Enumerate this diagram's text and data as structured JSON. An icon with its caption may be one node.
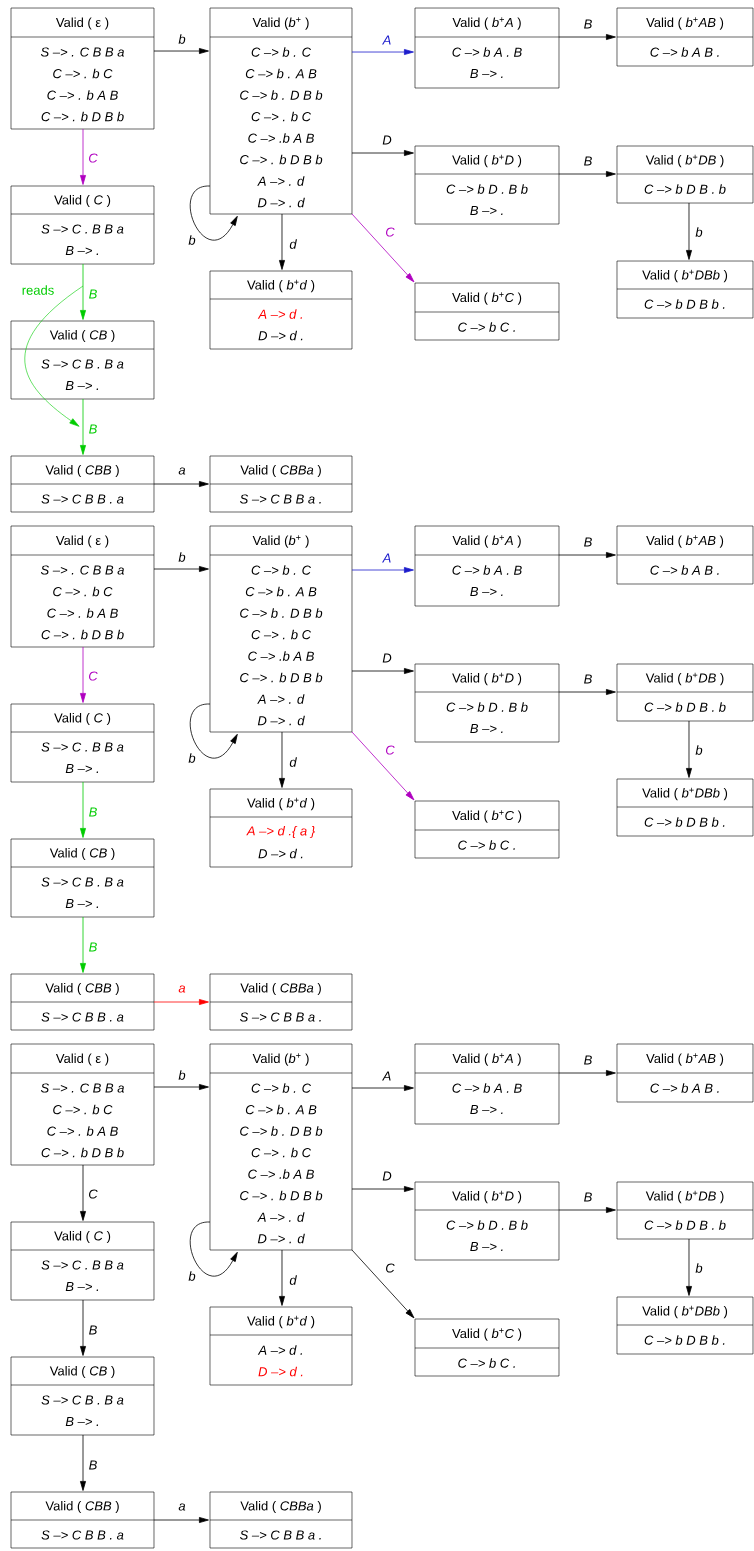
{
  "diagram": {
    "nodes": [
      {
        "text": [
          "Valid ( ε )",
          "S –> . C B B a",
          "C –> . b C",
          "C –> . b A B",
          "C –> . b D B b"
        ]
      },
      {
        "text": [
          "Valid (*b*$^{+}$ )",
          "C –> b . C",
          "C –> b . A B",
          "C –> b . D B b",
          "C –> . b C",
          "C –> .b A B",
          "C –> . b D B b",
          "A –> . d",
          "D –> . d"
        ]
      },
      {
        "text": [
          "Valid ( *b*$^{+}$*A* )",
          "C –> b A . B",
          "B –> ."
        ]
      },
      {
        "text": [
          "Valid ( *b*$^{+}$*AB* )",
          "C –> b A B ."
        ]
      },
      {
        "text": [
          "Valid ( *b*$^{+}$*D* )",
          "C –> b D . B b",
          "B –> ."
        ]
      },
      {
        "text": [
          "Valid ( *b*$^{+}$*DB* )",
          "C –> b D B . b"
        ]
      },
      {
        "text": [
          "Valid ( *C* )",
          "S –> C . B B a",
          "B –> ."
        ]
      },
      {
        "text": [
          "Valid ( *b*$^{+}$*DBb* )",
          "C –> b D B b ."
        ]
      },
      {
        "text": [
          "Valid ( *b*$^{+}$*d* )",
          "A –> d .",
          "D –> d ."
        ]
      },
      {
        "text": [
          "Valid ( *b*$^{+}$*C* )",
          "C –> b C ."
        ]
      },
      {
        "text": [
          "Valid ( *CB* )",
          "S –> C B . B a",
          "B –> ."
        ]
      },
      {
        "text": [
          "Valid ( *CBB* )",
          "S –> C B B . a"
        ]
      },
      {
        "text": [
          "Valid ( *CBBa* )",
          "S –> C B B a ."
        ]
      },
      {
        "text": [
          "Valid ( ε )",
          "S –> . C B B a",
          "C –> . b C",
          "C –> . b A B",
          "C –> . b D B b"
        ]
      },
      {
        "text": [
          "Valid (*b*$^{+}$ )",
          "C –> b . C",
          "C –> b . A B",
          "C –> b . D B b",
          "C –> . b C",
          "C –> .b A B",
          "C –> . b D B b",
          "A –> . d",
          "D –> . d"
        ]
      },
      {
        "text": [
          "Valid ( *b*$^{+}$*A* )",
          "C –> b A . B",
          "B –> ."
        ]
      },
      {
        "text": [
          "Valid ( *b*$^{+}$*AB* )",
          "C –> b A B ."
        ]
      },
      {
        "text": [
          "Valid ( *b*$^{+}$*D* )",
          "C –> b D . B b",
          "B –> ."
        ]
      },
      {
        "text": [
          "Valid ( *b*$^{+}$*DB* )",
          "C –> b D B . b"
        ]
      },
      {
        "text": [
          "Valid ( *C* )",
          "S –> C . B B a",
          "B –> ."
        ]
      },
      {
        "text": [
          "Valid ( *b*$^{+}$*DBb* )",
          "C –> b D B b ."
        ]
      },
      {
        "text": [
          "Valid ( *b*$^{+}$*d* )",
          "A –> d .{ a }",
          "D –> d ."
        ]
      },
      {
        "text": [
          "Valid ( *b*$^{+}$*C* )",
          "C –> b C ."
        ]
      },
      {
        "text": [
          "Valid ( *CB* )",
          "S –> C B . B a",
          "B –> ."
        ]
      },
      {
        "text": [
          "Valid ( *CBB* )",
          "S –> C B B . a"
        ]
      },
      {
        "text": [
          "Valid ( *CBBa* )",
          "S –> C B B a ."
        ]
      },
      {
        "text": [
          "Valid ( ε )",
          "S –> . C B B a",
          "C –> . b C",
          "C –> . b A B",
          "C –> . b D B b"
        ]
      },
      {
        "text": [
          "Valid (*b*$^{+}$ )",
          "C –> b . C",
          "C –> b . A B",
          "C –> b . D B b",
          "C –> . b C",
          "C –> .b A B",
          "C –> . b D B b",
          "A –> . d",
          "D –> . d"
        ]
      },
      {
        "text": [
          "Valid ( *b*$^{+}$*A* )",
          "C –> b A . B",
          "B –> ."
        ]
      },
      {
        "text": [
          "Valid ( *b*$^{+}$*AB* )",
          "C –> b A B ."
        ]
      },
      {
        "text": [
          "Valid ( *b*$^{+}$*D* )",
          "C –> b D . B b",
          "B –> ."
        ]
      },
      {
        "text": [
          "Valid ( *b*$^{+}$*DB* )",
          "C –> b D B . b"
        ]
      },
      {
        "text": [
          "Valid ( *C* )",
          "S –> C . B B a",
          "B –> ."
        ]
      },
      {
        "text": [
          "Valid ( *b*$^{+}$*DBb* )",
          "C –> b D B b ."
        ]
      },
      {
        "text": [
          "Valid ( *b*$^{+}$*d* )",
          "A –> d .",
          "D –> d ."
        ]
      },
      {
        "text": [
          "Valid ( *b*$^{+}$*C* )",
          "C –> b C ."
        ]
      },
      {
        "text": [
          "Valid ( *CB* )",
          "S –> C B . B a",
          "B –> ."
        ]
      },
      {
        "text": [
          "Valid ( *CBB* )",
          "S –> C B B . a"
        ]
      },
      {
        "text": [
          "Valid ( *CBBa* )",
          "S –> C B B a ."
        ]
      }
    ],
    "edges": [
      {
        "from": 0,
        "to": 1,
        "arrow": "to",
        "label": "b"
      },
      {
        "from": 1,
        "to": 2,
        "arrow": "to",
        "label": "A",
        "color": "#1c1ccc"
      },
      {
        "from": 2,
        "to": 3,
        "arrow": "to",
        "label": "B"
      },
      {
        "from": 1,
        "to": 4,
        "arrow": "to",
        "label": "D"
      },
      {
        "from": 4,
        "to": 5,
        "arrow": "to",
        "label": "B"
      },
      {
        "from": 5,
        "to": 7,
        "arrow": "to",
        "label": "b"
      },
      {
        "from": 1,
        "to": 1,
        "arrow": "to",
        "label": "b"
      },
      {
        "from": 1,
        "to": 8,
        "arrow": "to",
        "label": "d"
      },
      {
        "from": 1,
        "to": 9,
        "arrow": "to",
        "label": "C",
        "color": "#b000c0"
      },
      {
        "from": 0,
        "to": 6,
        "arrow": "to",
        "label": "C",
        "color": "#b000c0"
      },
      {
        "from": 6,
        "to": 10,
        "arrow": "to",
        "label": "B",
        "color": "#00cc00"
      },
      {
        "from": 10,
        "to": 11,
        "arrow": "to",
        "label": "B",
        "color": "#00cc00"
      },
      {
        "from": 11,
        "to": 12,
        "arrow": "to",
        "label": "a"
      },
      {
        "from": 13,
        "to": 14,
        "arrow": "to",
        "label": "b"
      },
      {
        "from": 14,
        "to": 15,
        "arrow": "to",
        "label": "A",
        "color": "#1c1ccc"
      },
      {
        "from": 15,
        "to": 16,
        "arrow": "to",
        "label": "B"
      },
      {
        "from": 14,
        "to": 17,
        "arrow": "to",
        "label": "D"
      },
      {
        "from": 17,
        "to": 18,
        "arrow": "to",
        "label": "B"
      },
      {
        "from": 18,
        "to": 20,
        "arrow": "to",
        "label": "b"
      },
      {
        "from": 14,
        "to": 14,
        "arrow": "to",
        "label": "b"
      },
      {
        "from": 14,
        "to": 21,
        "arrow": "to",
        "label": "d"
      },
      {
        "from": 14,
        "to": 22,
        "arrow": "to",
        "label": "C",
        "color": "#b000c0"
      },
      {
        "from": 13,
        "to": 19,
        "arrow": "to",
        "label": "C",
        "color": "#b000c0"
      },
      {
        "from": 19,
        "to": 23,
        "arrow": "to",
        "label": "B",
        "color": "#00cc00"
      },
      {
        "from": 23,
        "to": 24,
        "arrow": "to",
        "label": "B",
        "color": "#00cc00"
      },
      {
        "from": 24,
        "to": 25,
        "arrow": "to",
        "label": "a",
        "color": "#ff0000"
      },
      {
        "from": 26,
        "to": 27,
        "arrow": "to",
        "label": "b"
      },
      {
        "from": 27,
        "to": 28,
        "arrow": "to",
        "label": "A"
      },
      {
        "from": 28,
        "to": 29,
        "arrow": "to",
        "label": "B"
      },
      {
        "from": 27,
        "to": 30,
        "arrow": "to",
        "label": "D"
      },
      {
        "from": 30,
        "to": 31,
        "arrow": "to",
        "label": "B"
      },
      {
        "from": 31,
        "to": 33,
        "arrow": "to",
        "label": "b"
      },
      {
        "from": 27,
        "to": 27,
        "arrow": "to",
        "label": "b"
      },
      {
        "from": 27,
        "to": 34,
        "arrow": "to",
        "label": "d"
      },
      {
        "from": 27,
        "to": 35,
        "arrow": "to",
        "label": "C"
      },
      {
        "from": 26,
        "to": 32,
        "arrow": "to",
        "label": "C"
      },
      {
        "from": 32,
        "to": 36,
        "arrow": "to",
        "label": "B"
      },
      {
        "from": 36,
        "to": 37,
        "arrow": "to",
        "label": "B"
      },
      {
        "from": 37,
        "to": 38,
        "arrow": "to",
        "label": "a"
      }
    ],
    "labels": [
      "reads"
    ]
  }
}
